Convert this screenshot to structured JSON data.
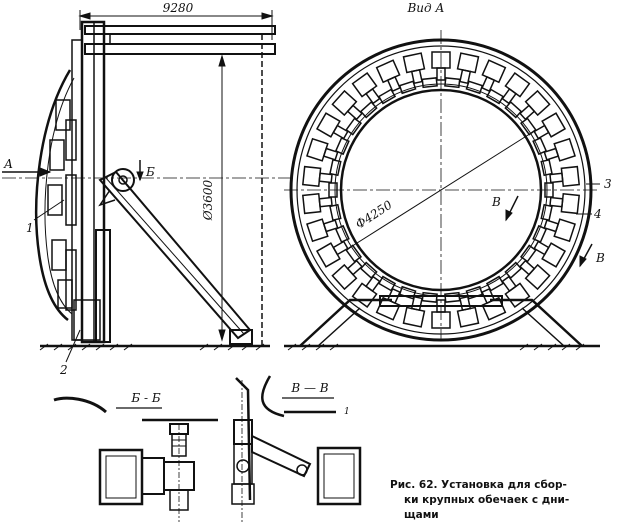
{
  "labels": {
    "dim_length": "9280",
    "dim_diameter_outer": "Ø3600",
    "dim_diameter_inner": "Ф4250",
    "view_a_title": "Вид А",
    "arrow_a": "А",
    "arrow_b": "Б",
    "arrow_v_left": "В",
    "arrow_v_right": "В",
    "part_1": "1",
    "part_2": "2",
    "part_3": "3",
    "part_4": "4",
    "section_bb": "Б - Б",
    "section_vv": "В — В",
    "small_mark": "1"
  },
  "caption": {
    "line1": "Рис. 62. Установка для сбор-",
    "line2": "ки крупных обечаек с дни-",
    "line3": "щами"
  }
}
